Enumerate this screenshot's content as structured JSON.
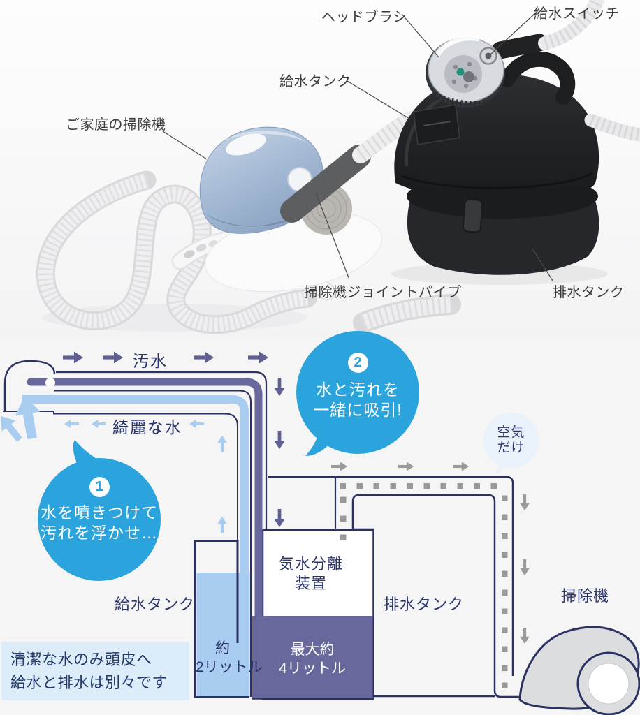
{
  "photo": {
    "labels": {
      "household_vacuum": "ご家庭の掃除機",
      "head_brush": "ヘッドブラシ",
      "water_switch": "給水スイッチ",
      "water_tank": "給水タンク",
      "joint_pipe": "掃除機ジョイントパイプ",
      "drain_tank": "排水タンク"
    }
  },
  "diagram": {
    "flow": {
      "dirty_water": "汚水",
      "clean_water": "綺麗な水",
      "air_only_line1": "空気",
      "air_only_line2": "だけ"
    },
    "bubbles": {
      "step1": {
        "number": "1",
        "line1": "水を噴きつけて",
        "line2": "汚れを浮かせ…"
      },
      "step2": {
        "number": "2",
        "line1": "水と汚れを",
        "line2": "一緒に吸引!"
      }
    },
    "components": {
      "supply_tank": "給水タンク",
      "supply_capacity_line1": "約",
      "supply_capacity_line2": "2リットル",
      "separator_line1": "気水分離",
      "separator_line2": "装置",
      "drain_tank": "排水タンク",
      "drain_capacity_line1": "最大約",
      "drain_capacity_line2": "4リットル",
      "vacuum": "掃除機"
    },
    "note": {
      "line1": "清潔な水のみ頭皮へ",
      "line2": "給水と排水は別々です"
    }
  },
  "colors": {
    "navy": "#2b3263",
    "purple_pipe": "#68689c",
    "purple_arrow": "#5f5f93",
    "light_blue": "#a9cdf0",
    "bubble_blue": "#2ba4dd",
    "air_bubble_bg": "#e9f2fb",
    "gray_air": "#9b9b9b",
    "note_bg": "#dcecf8"
  }
}
